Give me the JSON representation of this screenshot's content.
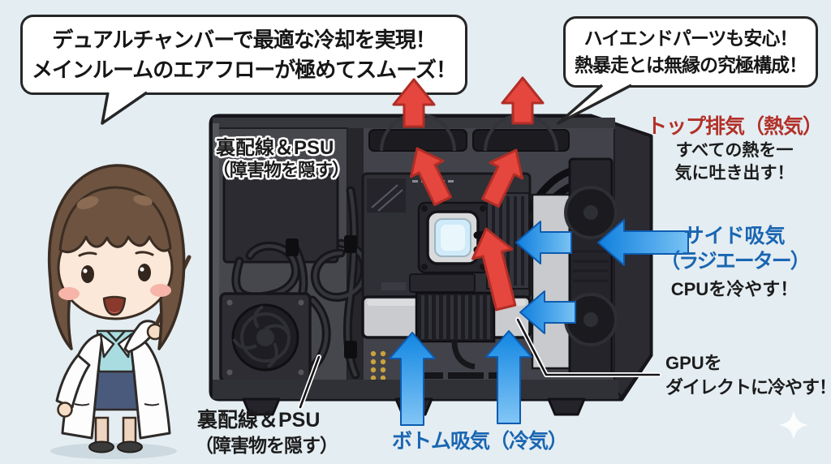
{
  "colors": {
    "background": "#e4edf2",
    "hot_exhaust_arrow": "#e5463d",
    "cool_intake_arrow": "#1e8de6",
    "hot_label_text": "#b23028",
    "cool_label_text": "#1a66b2",
    "body_text": "#1c1c1c",
    "case_body": "#4b4b52"
  },
  "speech_bubbles": {
    "left": {
      "line1": "デュアルチャンバーで最適な冷却を実現！",
      "line2": "メインルームのエアフローが極めてスムーズ！"
    },
    "right": {
      "line1": "ハイエンドパーツも安心！",
      "line2": "熱暴走とは無縁の究極構成！"
    }
  },
  "labels": {
    "top_exhaust": {
      "title": "トップ排気（熱気）",
      "desc_line1": "すべての熱を一",
      "desc_line2": "気に吐き出す！"
    },
    "side_intake": {
      "title_line1": "サイド吸気",
      "title_line2": "（ラジエーター）",
      "desc": "CPUを冷やす！"
    },
    "gpu_callout": {
      "line1": "GPUを",
      "line2": "ダイレクトに冷やす！"
    },
    "bottom_intake": {
      "title": "ボトム吸気（冷気）"
    },
    "back_chamber_inside": {
      "line1": "裏配線＆PSU",
      "line2": "（障害物を隠す）"
    },
    "back_chamber_outside": {
      "line1": "裏配線＆PSU",
      "line2": "（障害物を隠す）"
    }
  }
}
